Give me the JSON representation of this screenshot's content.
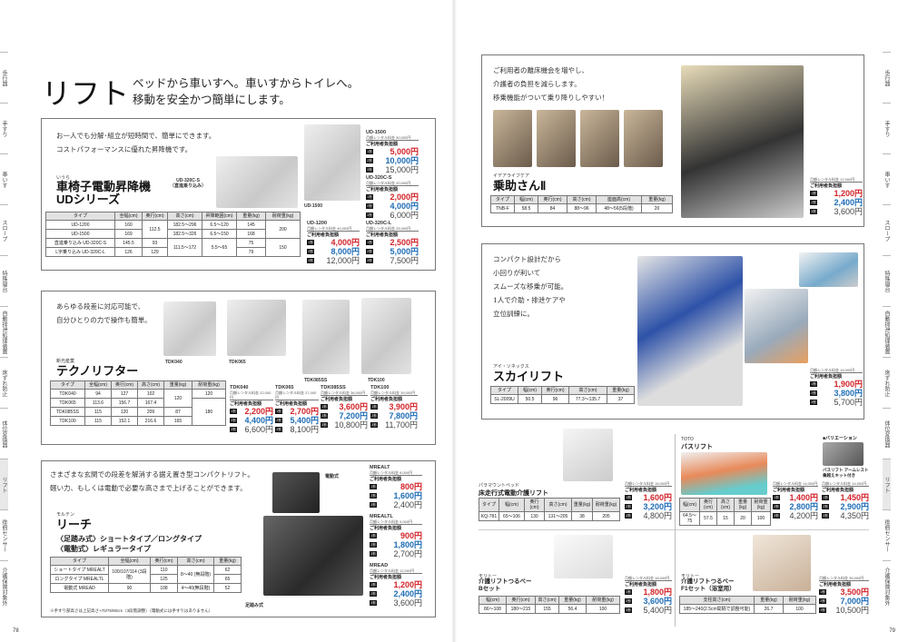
{
  "side_tabs": [
    "歩行器",
    "手すり",
    "車いす",
    "スロープ",
    "特殊寝台",
    "自動排泄処理装置",
    "床ずれ防止",
    "体位変換器",
    "リフト",
    "徘徊センサー",
    "介護保険対象外"
  ],
  "active_tab": "リフト",
  "page_numbers": {
    "left": "78",
    "right": "79"
  },
  "header": {
    "title": "リフト",
    "lead1": "ベッドから車いすへ。車いすからトイレへ。",
    "lead2": "移動を安全かつ簡単にします。"
  },
  "label_burden": "ご利用者負担額",
  "badges": [
    "1割",
    "2割",
    "3割"
  ],
  "colors": {
    "r1": "#d2232a",
    "r2": "#1e6cb5",
    "r3": "#444444"
  },
  "ud": {
    "lead1": "お一人でも分解･組立が短時間で、簡単にできます。",
    "lead2": "コストパフォーマンスに優れた昇降機です。",
    "maker": "いうら",
    "name1": "車椅子電動昇降機",
    "name2": "UDシリーズ",
    "cap_s": "UD-320C-S",
    "cap_s2": "（直進乗り込み）",
    "cap_1500": "UD-1500",
    "table": {
      "headers": [
        "タイプ",
        "全幅(cm)",
        "奥行(cm)",
        "高さ(cm)",
        "昇降範囲(cm)",
        "重量(kg)",
        "耐荷重(kg)"
      ],
      "rows": [
        [
          "UD-1200",
          "160",
          {
            "v": "112.5",
            "rowspan": 2
          },
          "182.5〜296",
          "6.5〜120",
          "145",
          {
            "v": "200",
            "rowspan": 2
          }
        ],
        [
          "UD-1500",
          "169",
          "182.5〜326",
          "6.5〜150",
          "168"
        ],
        [
          "直進乗り込み UD-320C-S",
          "145.5",
          "93",
          {
            "v": "111.5〜172",
            "rowspan": 2
          },
          {
            "v": "5.5〜65",
            "rowspan": 2
          },
          "75",
          {
            "v": "150",
            "rowspan": 2
          }
        ],
        [
          "L字乗り込み UD-320C-L",
          "126",
          "129",
          "79"
        ]
      ]
    },
    "prices": [
      {
        "model": "UD-1500",
        "rent": "月額レンタル料金 50,000円",
        "p": [
          "5,000円",
          "10,000円",
          "15,000円"
        ]
      },
      {
        "model": "UD-320C-S",
        "rent": "月額レンタル料金 20,000円",
        "p": [
          "2,000円",
          "4,000円",
          "6,000円"
        ]
      },
      {
        "model": "UD-1200",
        "rent": "月額レンタル料金 40,000円",
        "p": [
          "4,000円",
          "8,000円",
          "12,000円"
        ]
      },
      {
        "model": "UD-320C-L",
        "rent": "月額レンタル料金 25,000円",
        "p": [
          "2,500円",
          "5,000円",
          "7,500円"
        ]
      }
    ]
  },
  "tdk": {
    "lead1": "あらゆる段差に対応可能で、",
    "lead2": "自分ひとりの力で操作も簡単。",
    "maker": "新光産業",
    "name": "テクノリフター",
    "caps": [
      "TDK040",
      "TDK065",
      "TDK085SS",
      "TDK100"
    ],
    "table": {
      "headers": [
        "タイプ",
        "全幅(cm)",
        "奥行(cm)",
        "高さ(cm)",
        "重量(kg)",
        "耐荷重(kg)"
      ],
      "rows": [
        [
          "TDK040",
          "94",
          "127",
          "102",
          {
            "v": "120",
            "rowspan": 2
          },
          "120"
        ],
        [
          "TDK065",
          "113.6",
          "156.7",
          "167.4",
          {
            "v": "180",
            "rowspan": 3
          }
        ],
        [
          "TDK085SS",
          "115",
          "120",
          "209",
          "87"
        ],
        [
          "TDK100",
          "115",
          "152.1",
          "216.6",
          "165"
        ]
      ]
    },
    "prices": [
      {
        "model": "TDK040",
        "rent": "月額レンタル料金 22,000円",
        "p": [
          "2,200円",
          "4,400円",
          "6,600円"
        ]
      },
      {
        "model": "TDK065",
        "rent": "月額レンタル料金 27,000円",
        "p": [
          "2,700円",
          "5,400円",
          "8,100円"
        ]
      },
      {
        "model": "TDK085SS",
        "rent": "月額レンタル料金 36,000円",
        "p": [
          "3,600円",
          "7,200円",
          "10,800円"
        ]
      },
      {
        "model": "TDK100",
        "rent": "月額レンタル料金 39,000円",
        "p": [
          "3,900円",
          "7,800円",
          "11,700円"
        ]
      }
    ]
  },
  "reach": {
    "lead1": "さまざまな玄関での段差を解消する据え置き型コンパクトリフト。",
    "lead2": "軽い力、もしくは電動で必要な高さまで上げることができます。",
    "maker": "モルテン",
    "name": "リーチ",
    "sub1": "〈足踏み式〉ショートタイプ／ロングタイプ",
    "sub2": "〈電動式〉レギュラータイプ",
    "cap_e": "電動式",
    "cap_f": "足踏み式",
    "note": "※手すり部高さは上記高さ+70/75/80cm（3段階調整）（電動式には手すりはありません）",
    "table": {
      "headers": [
        "タイプ",
        "全幅(cm)",
        "奥行(cm)",
        "高さ(cm)",
        "重量(kg)"
      ],
      "rows": [
        [
          "ショートタイプ MREALT",
          {
            "v": "100/107/114 (3段階)",
            "rowspan": 2
          },
          "110",
          {
            "v": "8〜40 (無段階)",
            "rowspan": 2
          },
          "62"
        ],
        [
          "ロングタイプ MREALTL",
          "125",
          "65"
        ],
        [
          "電動式 MREAD",
          "90",
          "108",
          "4〜40(無段階)",
          "52"
        ]
      ]
    },
    "prices": [
      {
        "model": "MREALT",
        "rent": "月額レンタル料金 8,000円",
        "p": [
          "800円",
          "1,600円",
          "2,400円"
        ]
      },
      {
        "model": "MREALTL",
        "rent": "月額レンタル料金 9,000円",
        "p": [
          "900円",
          "1,800円",
          "2,700円"
        ]
      },
      {
        "model": "MREAD",
        "rent": "月額レンタル料金 12,000円",
        "p": [
          "1,200円",
          "2,400円",
          "3,600円"
        ]
      }
    ]
  },
  "norisuke": {
    "lead1": "ご利用者の離床機会を増やし、",
    "lead2": "介護者の負担を減らします。",
    "lead3": "移乗機能がついて乗り降りしやすい！",
    "maker": "イデアライフケア",
    "name": "乗助さんⅡ",
    "table": {
      "headers": [
        "タイプ",
        "幅(cm)",
        "奥行(cm)",
        "高さ(cm)",
        "座面高(cm)",
        "重量(kg)"
      ],
      "rows": [
        [
          "TNB-F",
          "58.5",
          "84",
          "88〜96",
          "48〜56(5段階)",
          "20"
        ]
      ]
    },
    "prices": [
      {
        "model": "",
        "rent": "月額レンタル料金 12,000円",
        "p": [
          "1,200円",
          "2,400円",
          "3,600円"
        ]
      }
    ]
  },
  "sky": {
    "lead1": "コンパクト設計だから",
    "lead2": "小回りが利いて",
    "lead3": "スムーズな移乗が可能。",
    "lead4": "1人で介助・排泄ケアや",
    "lead5": "立位訓練に。",
    "maker": "アイ・ソネックス",
    "name": "スカイリフト",
    "table": {
      "headers": [
        "タイプ",
        "幅(cm)",
        "奥行(cm)",
        "高さ(cm)",
        "重量(kg)"
      ],
      "rows": [
        [
          "SL-2009U",
          "50.5",
          "96",
          "77.3〜135.7",
          "37"
        ]
      ]
    },
    "prices": [
      {
        "model": "",
        "rent": "月額レンタル料金 19,000円",
        "p": [
          "1,900円",
          "3,800円",
          "5,700円"
        ]
      }
    ]
  },
  "floor": {
    "maker": "パラマウントベッド",
    "name": "床走行式電動介護リフト",
    "table": {
      "headers": [
        "タイプ",
        "幅(cm)",
        "奥行(cm)",
        "高さ(cm)",
        "重量(kg)",
        "耐荷重(kg)"
      ],
      "rows": [
        [
          "KQ-781",
          "65〜106",
          "130",
          "131〜205",
          "38",
          "205"
        ]
      ]
    },
    "prices": [
      {
        "model": "",
        "rent": "月額レンタル料金 16,000円",
        "p": [
          "1,600円",
          "3,200円",
          "4,800円"
        ]
      }
    ]
  },
  "bath": {
    "maker": "TOTO",
    "name": "バスリフト",
    "variation_title": "■バリエーション",
    "variation_name": "バスリフト アームレスト乗越えキット付き",
    "table": {
      "headers": [
        "幅(cm)",
        "奥行(cm)",
        "高さ(cm)",
        "重量(kg)",
        "耐荷重(kg)"
      ],
      "rows": [
        [
          "64.5〜75",
          "57.5",
          "15",
          "20",
          "100"
        ]
      ]
    },
    "prices": [
      {
        "model": "",
        "rent": "月額レンタル料金 14,000円",
        "p": [
          "1,400円",
          "2,800円",
          "4,200円"
        ]
      },
      {
        "model": "",
        "rent": "月額レンタル料金 14,500円",
        "p": [
          "1,450円",
          "2,900円",
          "4,350円"
        ]
      }
    ]
  },
  "tsurube_b": {
    "maker": "モリトー",
    "name1": "介護リフトつるべー",
    "name2": "Bセット",
    "table": {
      "headers": [
        "幅(cm)",
        "奥行(cm)",
        "高さ(cm)",
        "重量(kg)",
        "耐荷重(kg)"
      ],
      "rows": [
        [
          "86〜108",
          "180〜215",
          "155",
          "56.4",
          "100"
        ]
      ]
    },
    "prices": [
      {
        "model": "",
        "rent": "月額レンタル料金 18,000円",
        "p": [
          "1,800円",
          "3,600円",
          "5,400円"
        ]
      }
    ]
  },
  "tsurube_f": {
    "maker": "モリトー",
    "name1": "介護リフトつるべー",
    "name2": "F1セット（浴室用）",
    "table": {
      "headers": [
        "支柱高さ(cm)",
        "重量(kg)",
        "耐荷重(kg)"
      ],
      "rows": [
        [
          "185〜240(2.5cm間隔で調整可能)",
          "26.7",
          "100"
        ]
      ]
    },
    "prices": [
      {
        "model": "",
        "rent": "月額レンタル料金 35,000円",
        "p": [
          "3,500円",
          "7,000円",
          "10,500円"
        ]
      }
    ]
  }
}
